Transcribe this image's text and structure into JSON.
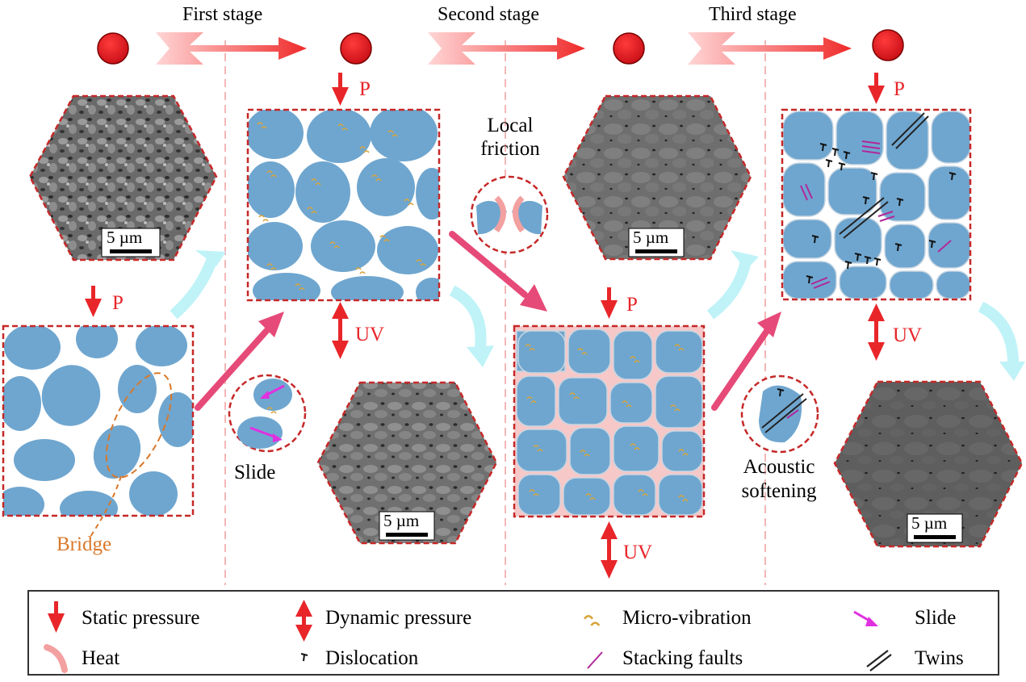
{
  "stages": [
    "First stage",
    "Second stage",
    "Third stage"
  ],
  "labels": {
    "p": "P",
    "uv": "UV",
    "bridge": "Bridge",
    "slide": "Slide",
    "local_friction_line1": "Local",
    "local_friction_line2": "friction",
    "acoustic_line1": "Acoustic",
    "acoustic_line2": "softening",
    "scale_bar": "5 µm"
  },
  "legend": [
    {
      "label": "Static pressure",
      "icon": "static-pressure-arrow-icon"
    },
    {
      "label": "Dynamic pressure",
      "icon": "dynamic-pressure-arrow-icon"
    },
    {
      "label": "Micro-vibration",
      "icon": "micro-vibration-icon"
    },
    {
      "label": "Slide",
      "icon": "slide-arrow-icon"
    },
    {
      "label": "Heat",
      "icon": "heat-icon"
    },
    {
      "label": "Dislocation",
      "icon": "dislocation-icon"
    },
    {
      "label": "Stacking faults",
      "icon": "stacking-fault-icon"
    },
    {
      "label": "Twins",
      "icon": "twins-icon"
    }
  ],
  "colors": {
    "particle": "#6fa6cf",
    "particle_edge": "#c8d6e2",
    "frame_dash": "#c62828",
    "arrow_red": "#e8262a",
    "big_arrow": "#e64a78",
    "stage_arrow": "#f25a5a",
    "bridge": "#d9782a",
    "vibration": "#d7a53c",
    "slide": "#e030e0",
    "stacking": "#b0289a",
    "heat": "#f3a0a0",
    "cyan_arrow": "#bff3f8",
    "sem_gray": "#5a5a5a"
  }
}
